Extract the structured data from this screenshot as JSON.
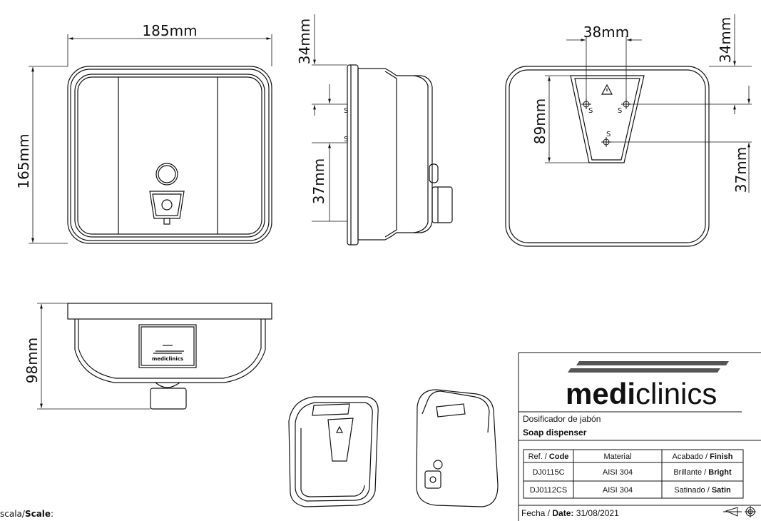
{
  "dimensions": {
    "front_width": "185mm",
    "front_height": "165mm",
    "side_top_offset": "34mm",
    "side_bottom_offset": "37mm",
    "back_hole_spacing": "38mm",
    "back_bracket_height": "89mm",
    "back_top_offset": "34mm",
    "back_bottom_offset": "37mm",
    "bottom_depth": "98mm"
  },
  "markers": {
    "screw_mark": "S",
    "warning_mark": "⚠"
  },
  "title_block": {
    "brand_bold": "medi",
    "brand_light": "clinics",
    "product_es": "Dosificador de jabón",
    "product_en": "Soap dispenser",
    "headers": {
      "ref_prefix": "Ref. / ",
      "ref_bold": "Code",
      "material": "Material",
      "finish_prefix": "Acabado / ",
      "finish_bold": "Finish"
    },
    "rows": [
      {
        "code": "DJ0115C",
        "material": "AISI 304",
        "finish_prefix": "Brillante / ",
        "finish_bold": "Bright"
      },
      {
        "code": "DJ0112CS",
        "material": "AISI 304",
        "finish_prefix": "Satinado / ",
        "finish_bold": "Satin"
      }
    ],
    "date_prefix": "Fecha / ",
    "date_bold": "Date:",
    "date_value": " 31/08/2021"
  },
  "scale": {
    "prefix": "scala/",
    "bold": "Scale",
    "suffix": ":"
  },
  "emboss_logo": "mediclinics"
}
